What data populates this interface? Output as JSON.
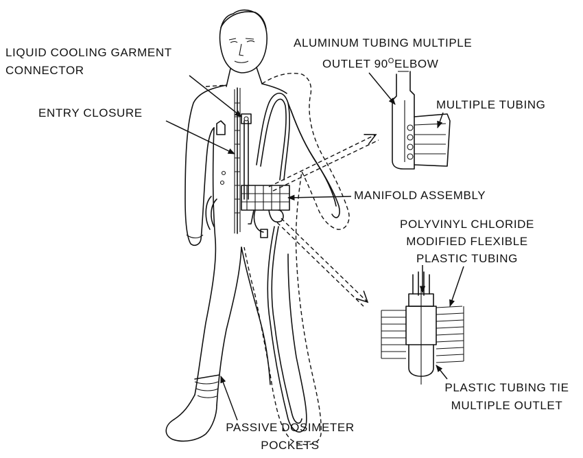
{
  "labels": {
    "lcg_connector_line1": "LIQUID COOLING GARMENT",
    "lcg_connector_line2": "CONNECTOR",
    "entry_closure": "ENTRY CLOSURE",
    "aluminum_line1": "ALUMINUM TUBING MULTIPLE",
    "aluminum_line2_prefix": "OUTLET 90",
    "aluminum_line2_sup": "O",
    "aluminum_line2_suffix": "ELBOW",
    "multiple_tubing": "MULTIPLE TUBING",
    "manifold_assembly": "MANIFOLD ASSEMBLY",
    "pvc_line1": "POLYVINYL CHLORIDE",
    "pvc_line2": "MODIFIED FLEXIBLE",
    "pvc_line3": "PLASTIC TUBING",
    "tie_line1": "PLASTIC TUBING TIE",
    "tie_line2": "MULTIPLE OUTLET",
    "dosimeter_line1": "PASSIVE DOSIMETER",
    "dosimeter_line2": "POCKETS"
  }
}
